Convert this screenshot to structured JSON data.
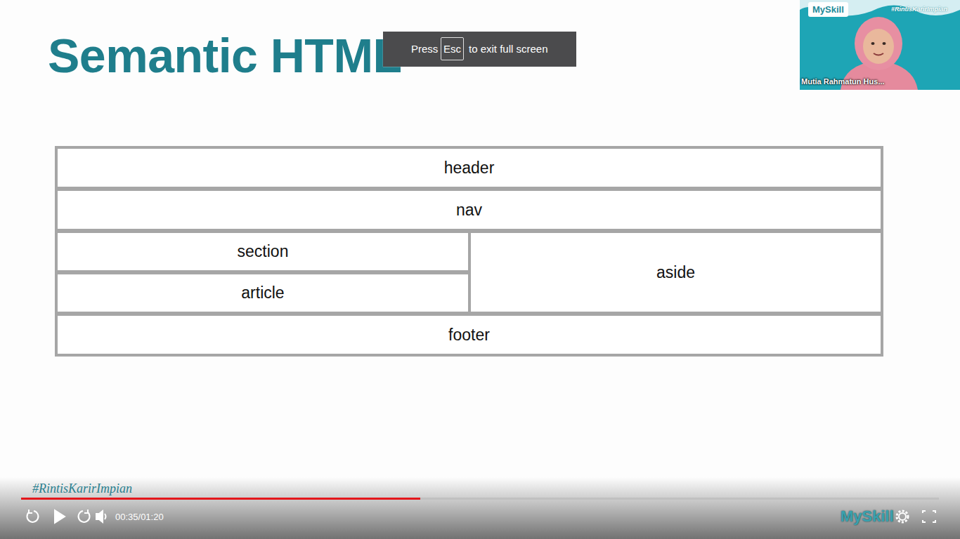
{
  "diagram": {
    "title": "Semantic HTML",
    "nodes": [
      {
        "text": [
          "header"
        ]
      },
      {
        "text": [
          "nav"
        ]
      },
      {
        "text": [
          "section"
        ]
      },
      {
        "text": [
          "article"
        ]
      },
      {
        "text": [
          "aside"
        ]
      },
      {
        "text": [
          "footer"
        ]
      }
    ],
    "labels": [
      "Press",
      "Esc",
      "to exit full screen",
      "MySkill",
      "#RintisKarirImpian",
      "Mutia Rahmatun Hus...",
      "#RintisKarirImpian",
      "00:35/01:20",
      "MySkill"
    ]
  }
}
